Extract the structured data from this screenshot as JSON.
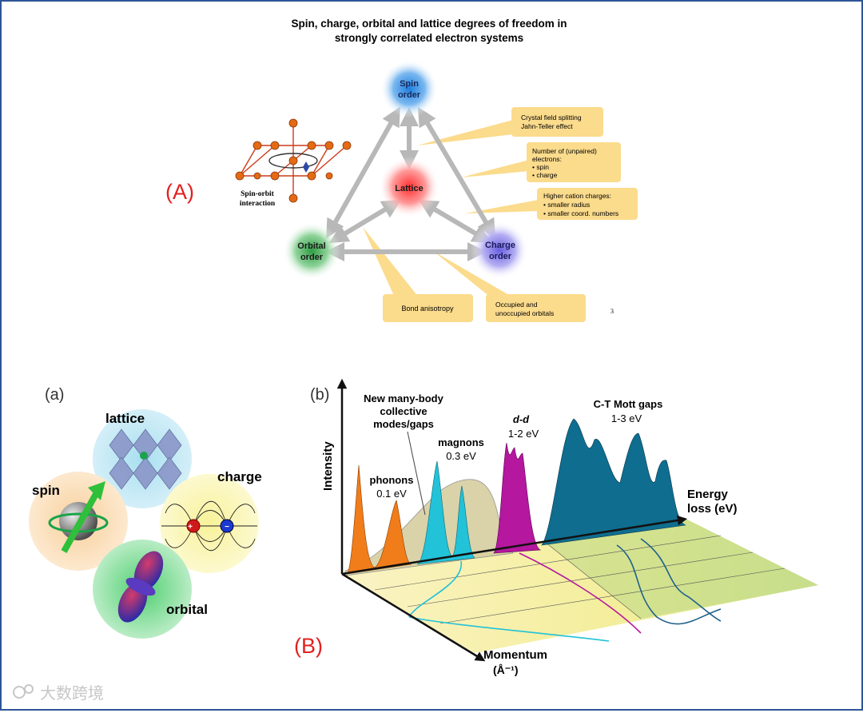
{
  "panelA": {
    "title_line1": "Spin, charge, orbital and lattice degrees of freedom in",
    "title_line2": "strongly correlated electron systems",
    "label": "(A)",
    "nodes": {
      "spin": [
        "Spin",
        "order"
      ],
      "lattice": "Lattice",
      "orbital": [
        "Orbital",
        "order"
      ],
      "charge": [
        "Charge",
        "order"
      ]
    },
    "spin_orbit": [
      "Spin-orbit",
      "interaction"
    ],
    "boxes": {
      "crystal_field": [
        "Crystal field splitting",
        "Jahn-Teller effect"
      ],
      "electrons": [
        "Number of (unpaired)",
        "electrons:",
        "•  spin",
        "•  charge"
      ],
      "cation": [
        "Higher cation charges:",
        "•  smaller radius",
        "•  smaller coord. numbers"
      ],
      "bond": "Bond anisotropy",
      "occupied": [
        "Occupied and",
        "unoccupied orbitals"
      ]
    },
    "page_number": "3"
  },
  "panelB": {
    "label": "(B)",
    "sub_a": "(a)",
    "sub_b": "(b)",
    "spheres": {
      "lattice": "lattice",
      "spin": "spin",
      "charge": "charge",
      "orbital": "orbital"
    },
    "axes": {
      "intensity": "Intensity",
      "energy": [
        "Energy",
        "loss (eV)"
      ],
      "momentum": [
        "Momentum",
        "(Å⁻¹)"
      ]
    },
    "peaks": {
      "collective": [
        "New many-body",
        "collective",
        "modes/gaps"
      ],
      "phonons": [
        "phonons",
        "0.1 eV"
      ],
      "magnons": [
        "magnons",
        "0.3 eV"
      ],
      "dd": [
        "d-d",
        "1-2 eV"
      ],
      "ct": [
        "C-T Mott gaps",
        "1-3 eV"
      ]
    },
    "colors": {
      "phonons": "#f07d1a",
      "magnons": "#22c2d8",
      "dd": "#b5179e",
      "ct": "#0f6d8f",
      "arrows": "#b8b8b8",
      "callout": "#fbdb8c",
      "label_red": "#e32020"
    }
  },
  "watermark": "大数跨境"
}
